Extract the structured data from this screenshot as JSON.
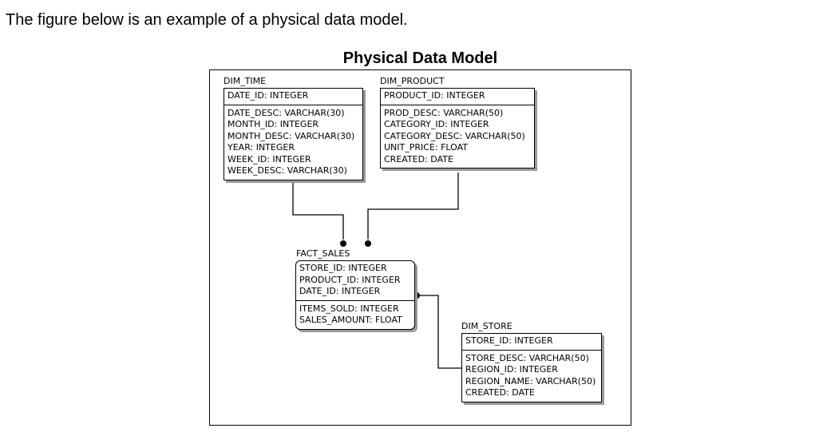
{
  "intro_text": "The figure below is an example of a physical data model.",
  "diagram_title": "Physical Data Model",
  "entities": {
    "dim_time": {
      "name": "DIM_TIME",
      "keys": [
        "DATE_ID: INTEGER"
      ],
      "attributes": [
        "DATE_DESC: VARCHAR(30)",
        "MONTH_ID: INTEGER",
        "MONTH_DESC: VARCHAR(30)",
        "YEAR: INTEGER",
        "WEEK_ID: INTEGER",
        "WEEK_DESC: VARCHAR(30)"
      ]
    },
    "dim_product": {
      "name": "DIM_PRODUCT",
      "keys": [
        "PRODUCT_ID: INTEGER"
      ],
      "attributes": [
        "PROD_DESC: VARCHAR(50)",
        "CATEGORY_ID: INTEGER",
        "CATEGORY_DESC: VARCHAR(50)",
        "UNIT_PRICE: FLOAT",
        "CREATED: DATE"
      ]
    },
    "fact_sales": {
      "name": "FACT_SALES",
      "keys": [
        "STORE_ID: INTEGER",
        "PRODUCT_ID: INTEGER",
        "DATE_ID: INTEGER"
      ],
      "attributes": [
        "ITEMS_SOLD: INTEGER",
        "SALES_AMOUNT: FLOAT"
      ]
    },
    "dim_store": {
      "name": "DIM_STORE",
      "keys": [
        "STORE_ID: INTEGER"
      ],
      "attributes": [
        "STORE_DESC: VARCHAR(50)",
        "REGION_ID: INTEGER",
        "REGION_NAME: VARCHAR(50)",
        "CREATED: DATE"
      ]
    }
  }
}
